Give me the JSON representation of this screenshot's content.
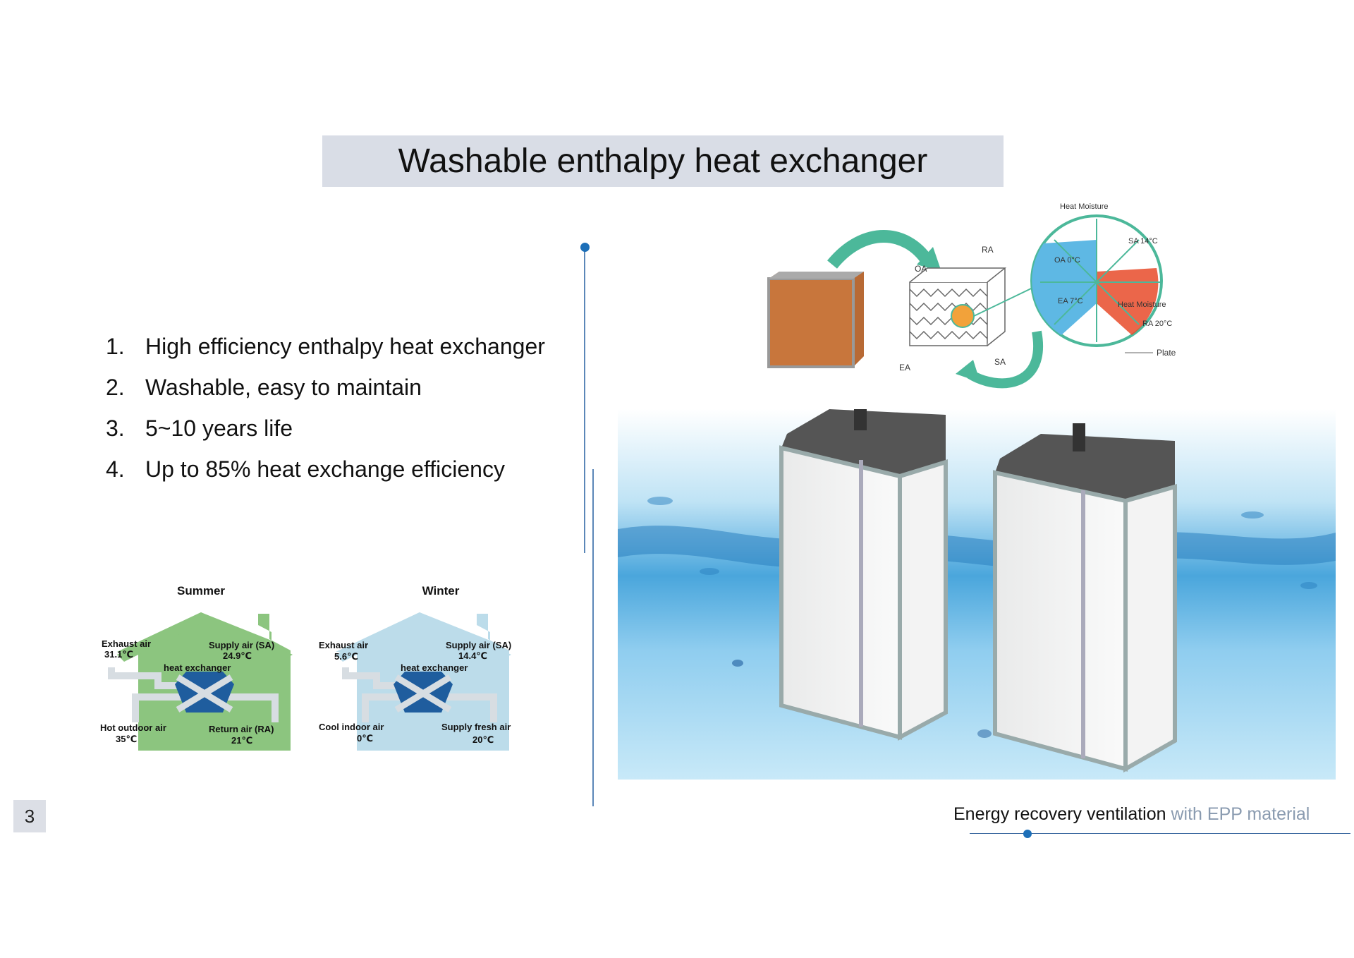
{
  "title": "Washable enthalpy heat exchanger",
  "bullets": [
    {
      "num": "1.",
      "text": "High efficiency enthalpy heat exchanger"
    },
    {
      "num": "2.",
      "text": "Washable, easy to maintain"
    },
    {
      "num": "3.",
      "text": "5~10 years life"
    },
    {
      "num": "4.",
      "text": "Up to 85% heat exchange efficiency"
    }
  ],
  "summer": {
    "season": "Summer",
    "exhaust": "Exhaust air",
    "exhaust_t": "31.1℃",
    "supply": "Supply air (SA)",
    "supply_t": "24.9℃",
    "hx": "heat exchanger",
    "outdoor": "Hot outdoor air",
    "outdoor_t": "35℃",
    "return": "Return air (RA)",
    "return_t": "21℃",
    "color": "#8cc57f"
  },
  "winter": {
    "season": "Winter",
    "exhaust": "Exhaust air",
    "exhaust_t": "5.6℃",
    "supply": "Supply air (SA)",
    "supply_t": "14.4℃",
    "hx": "heat exchanger",
    "outdoor": "Cool indoor air",
    "outdoor_t": "0℃",
    "return": "Supply fresh air",
    "return_t": "20℃",
    "color": "#bcdcea"
  },
  "exchanger_labels": {
    "oa": "OA",
    "ra": "RA",
    "ea": "EA",
    "sa": "SA",
    "heat_moisture_top": "Heat Moisture",
    "sa_temp": "SA 14°C",
    "oa_temp": "OA 0°C",
    "ea_temp": "EA 7°C",
    "heat_moisture_bottom": "Heat Moisture",
    "ra_temp": "RA 20°C",
    "plate": "Plate"
  },
  "page_number": "3",
  "footer": {
    "dark": "Energy recovery ventilation",
    "light": " with EPP material"
  }
}
